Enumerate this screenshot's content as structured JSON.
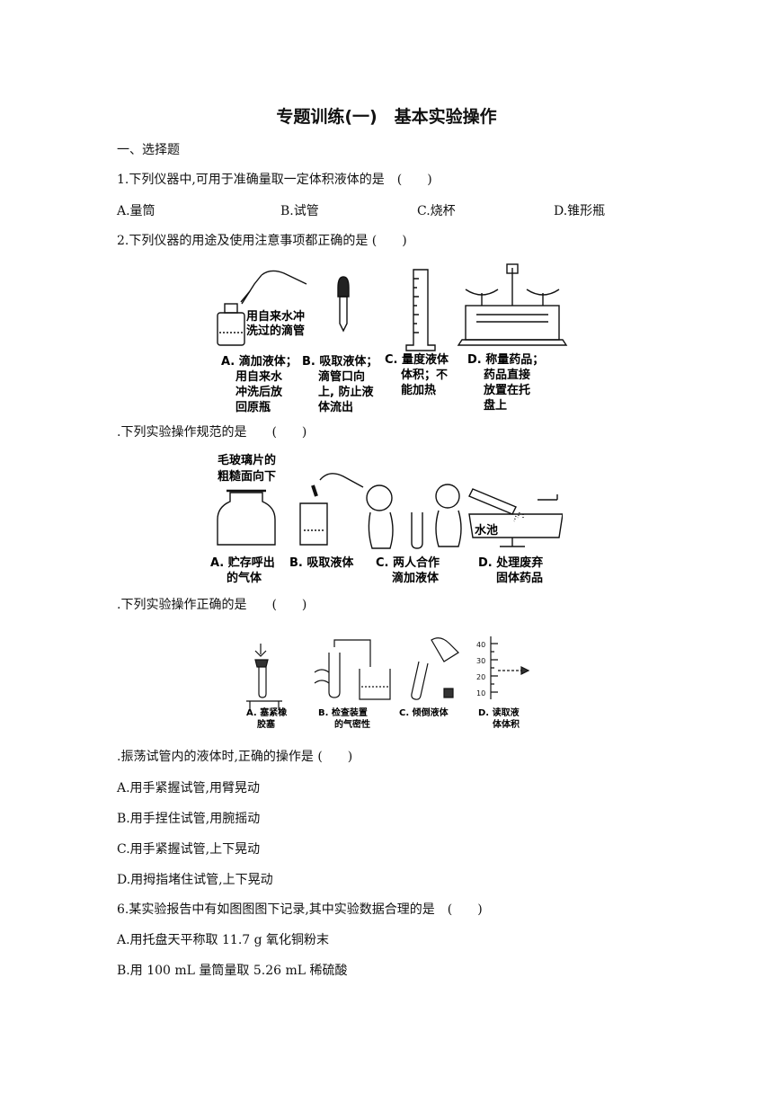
{
  "title": "专题训练(一)　基本实验操作",
  "section": "一、选择题",
  "q1": {
    "stem": "1.下列仪器中,可用于准确量取一定体积液体的是　(　　)",
    "options": [
      "A.量筒",
      "B.试管",
      "C.烧杯",
      "D.锥形瓶"
    ]
  },
  "q2": {
    "stem": "2.下列仪器的用途及使用注意事项都正确的是 (　　)",
    "figure_label": [
      "用自来水冲",
      "洗过的滴管"
    ],
    "captions": {
      "a": [
        "A. 滴加液体；",
        "用自来水",
        "冲洗后放",
        "回原瓶"
      ],
      "b": [
        "B. 吸取液体；",
        "滴管口向",
        "上, 防止液",
        "体流出"
      ],
      "c": [
        "C. 量度液体",
        "体积；不",
        "能加热"
      ],
      "d": [
        "D. 称量药品；",
        "药品直接",
        "放置在托",
        "盘上"
      ]
    }
  },
  "q3": {
    "stem": ".下列实验操作规范的是　　(　　)",
    "figure_label": [
      "毛玻璃片的",
      "粗糙面向下"
    ],
    "sink_label": "水池",
    "captions": {
      "a": [
        "A. 贮存呼出",
        "的气体"
      ],
      "b": [
        "B. 吸取液体"
      ],
      "c": [
        "C. 两人合作",
        "滴加液体"
      ],
      "d": [
        "D. 处理废弃",
        "固体药品"
      ]
    }
  },
  "q4": {
    "stem": ".下列实验操作正确的是　　(　　)",
    "scale": [
      "40",
      "30",
      "20",
      "10"
    ],
    "captions": {
      "a": [
        "A. 塞紧橡",
        "胶塞"
      ],
      "b": [
        "B. 检查装置",
        "的气密性"
      ],
      "c": [
        "C. 倾倒液体"
      ],
      "d": [
        "D. 读取液",
        "体体积"
      ]
    }
  },
  "q5": {
    "stem": ".振荡试管内的液体时,正确的操作是 (　　)",
    "options": [
      "A.用手紧握试管,用臂晃动",
      "B.用手捏住试管,用腕摇动",
      "C.用手紧握试管,上下晃动",
      "D.用拇指堵住试管,上下晃动"
    ]
  },
  "q6": {
    "stem": "6.某实验报告中有如图图图下记录,其中实验数据合理的是　(　　)",
    "options": [
      "A.用托盘天平称取 11.7 g 氧化铜粉末",
      "B.用 100 mL 量筒量取 5.26 mL 稀硫酸"
    ]
  }
}
